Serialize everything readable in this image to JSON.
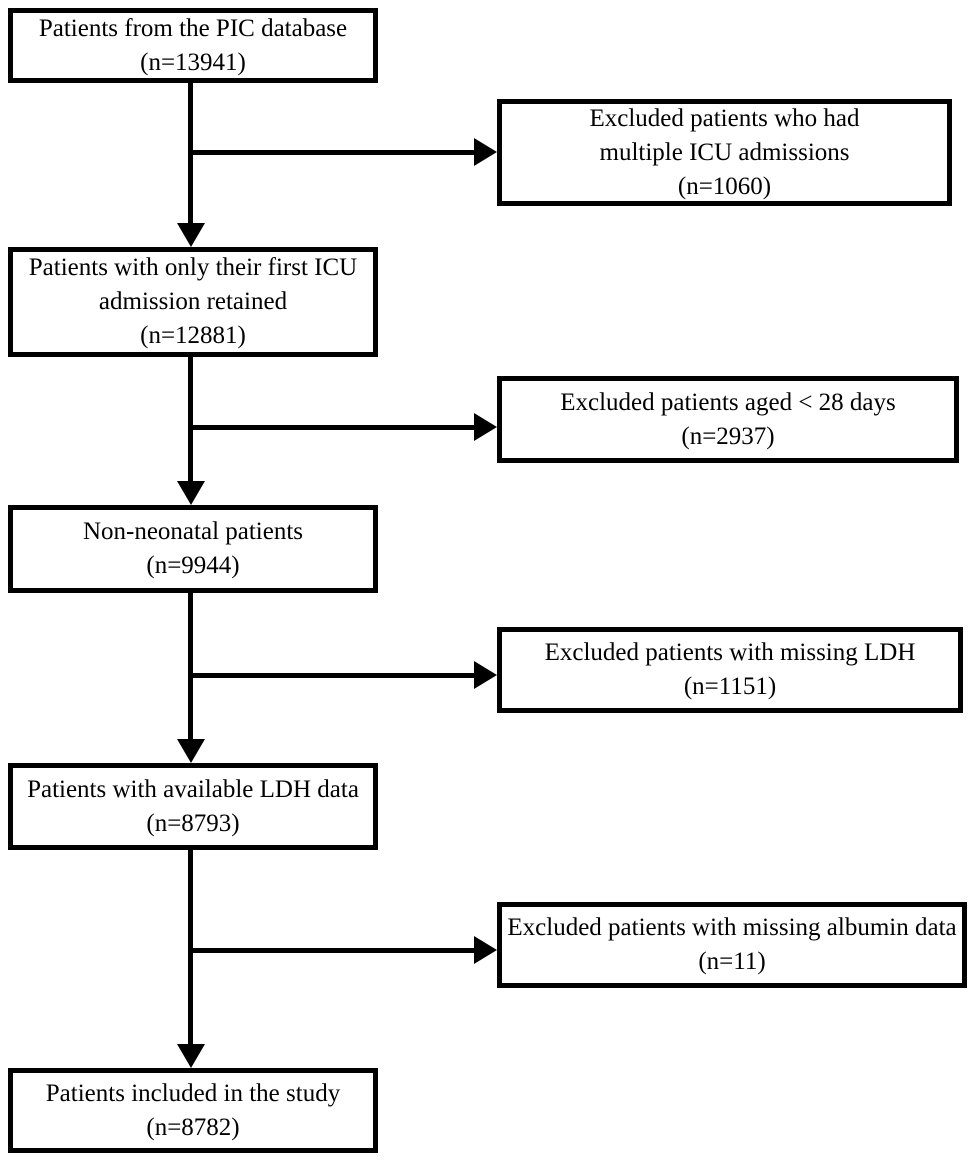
{
  "figure": {
    "type": "patient-selection-flowchart",
    "background_color": "#ffffff",
    "line_color": "#000000",
    "text_color": "#000000"
  },
  "main_boxes": [
    {
      "id": "pic-database",
      "lines": [
        "Patients from the PIC database",
        "(n=13941)"
      ]
    },
    {
      "id": "first-icu-retained",
      "lines": [
        "Patients with only their first ICU",
        "admission retained",
        "(n=12881)"
      ]
    },
    {
      "id": "non-neonatal",
      "lines": [
        "Non-neonatal patients",
        "(n=9944)"
      ]
    },
    {
      "id": "available-ldh",
      "lines": [
        "Patients with available LDH data",
        "(n=8793)"
      ]
    },
    {
      "id": "included-study",
      "lines": [
        "Patients included in the study",
        "(n=8782)"
      ]
    }
  ],
  "exclusion_boxes": [
    {
      "id": "multiple-icu",
      "lines": [
        "Excluded patients who had",
        "multiple ICU admissions",
        "(n=1060)"
      ]
    },
    {
      "id": "aged-lt-28-days",
      "lines": [
        "Excluded patients aged < 28 days",
        "(n=2937)"
      ]
    },
    {
      "id": "missing-ldh",
      "lines": [
        "Excluded patients with missing LDH",
        "(n=1151)"
      ]
    },
    {
      "id": "missing-albumin",
      "lines": [
        "Excluded patients with missing albumin data",
        "(n=11)"
      ]
    }
  ]
}
